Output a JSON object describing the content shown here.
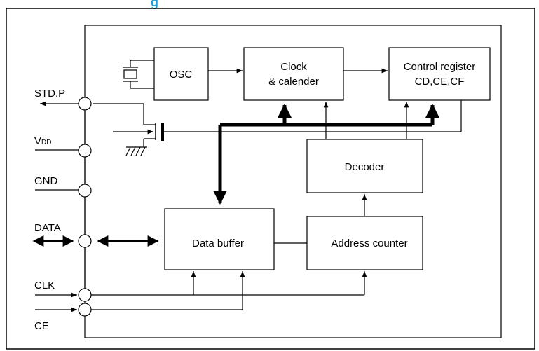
{
  "title_fragment": "g",
  "colors": {
    "accent": "#1aa0d8",
    "line": "#000000"
  },
  "blocks": {
    "osc": "OSC",
    "clock_line1": "Clock",
    "clock_line2": "& calender",
    "control_line1": "Control register",
    "control_line2": "CD,CE,CF",
    "decoder": "Decoder",
    "data_buffer": "Data buffer",
    "address_counter": "Address counter"
  },
  "pins": {
    "std_p": "STD.P",
    "vdd_main": "V",
    "vdd_sub": "DD",
    "gnd": "GND",
    "data": "DATA",
    "clk": "CLK",
    "ce": "CE"
  },
  "icons": [
    "crystal-icon",
    "transistor-icon",
    "ground-icon",
    "arrow-icon"
  ]
}
